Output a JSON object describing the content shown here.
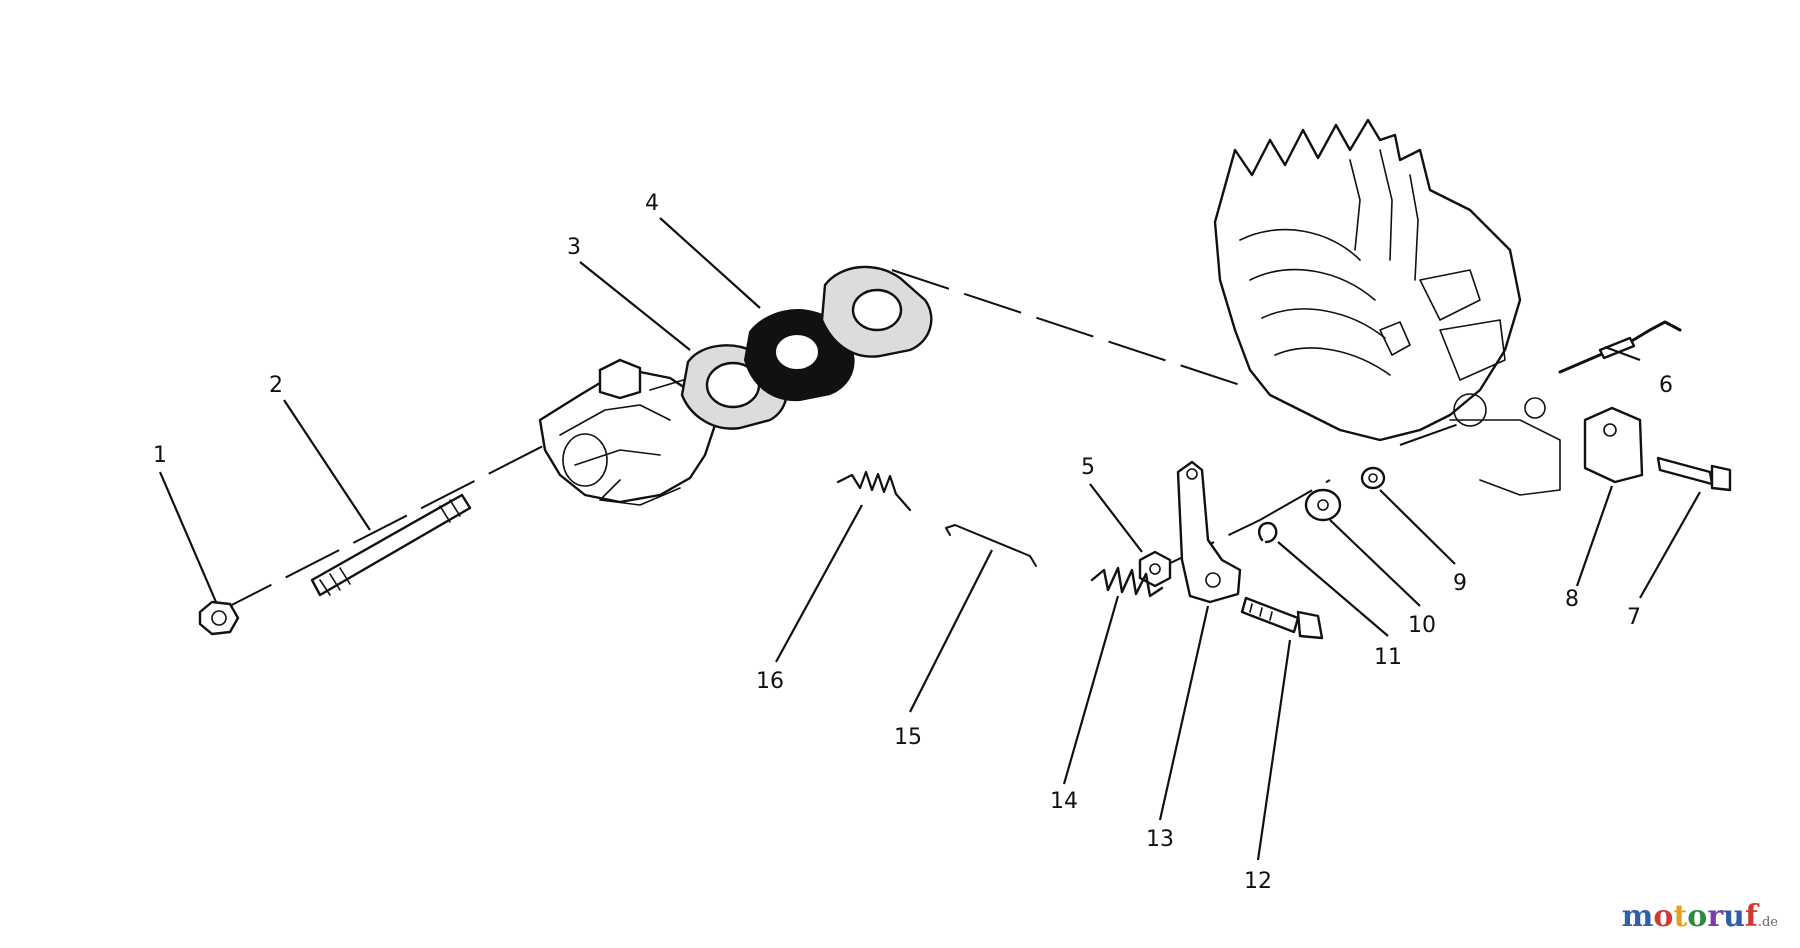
{
  "callouts": [
    "1",
    "2",
    "3",
    "4",
    "5",
    "6",
    "7",
    "8",
    "9",
    "10",
    "11",
    "12",
    "13",
    "14",
    "15",
    "16"
  ],
  "watermark": {
    "letters": [
      {
        "ch": "m",
        "color": "#2f5fa8"
      },
      {
        "ch": "o",
        "color": "#d23a2f"
      },
      {
        "ch": "t",
        "color": "#e2a21b"
      },
      {
        "ch": "o",
        "color": "#2e8b3e"
      },
      {
        "ch": "r",
        "color": "#7a3ea8"
      },
      {
        "ch": "u",
        "color": "#2f5fa8"
      },
      {
        "ch": "f",
        "color": "#d23a2f"
      }
    ],
    "suffix": ".de"
  }
}
